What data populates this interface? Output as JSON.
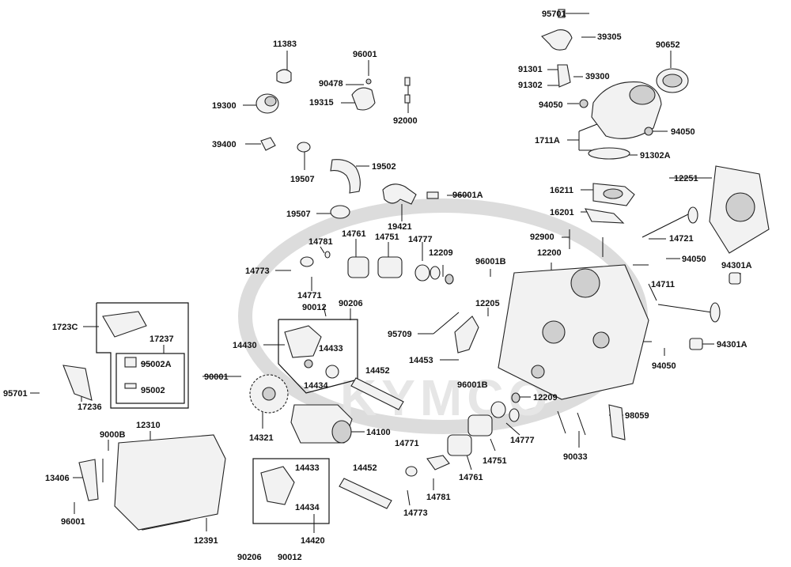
{
  "diagram": {
    "watermark": "KYMCO",
    "part_numbers": [
      "95701",
      "39305",
      "11383",
      "96001",
      "90652",
      "90478",
      "91301",
      "39300",
      "91302",
      "19300",
      "19315",
      "92000",
      "94050",
      "94050",
      "39400",
      "1711A",
      "91302A",
      "19507",
      "19502",
      "16211",
      "12251",
      "19421",
      "96001A",
      "16201",
      "19507",
      "14781",
      "14761",
      "14751",
      "14777",
      "92900",
      "14721",
      "14773",
      "12209",
      "96001B",
      "12200",
      "94050",
      "94301A",
      "14771",
      "14711",
      "90012",
      "90206",
      "12205",
      "1723C",
      "14430",
      "14433",
      "95709",
      "14453",
      "94050",
      "94301A",
      "17237",
      "95002A",
      "90001",
      "14434",
      "14452",
      "96001B",
      "12209",
      "95002",
      "95701",
      "17236",
      "14321",
      "14100",
      "98059",
      "9000B",
      "12310",
      "14777",
      "14771",
      "90033",
      "14751",
      "13406",
      "14433",
      "14452",
      "14761",
      "14781",
      "14773",
      "96001",
      "14434",
      "12391",
      "14420",
      "90206",
      "90012"
    ]
  }
}
